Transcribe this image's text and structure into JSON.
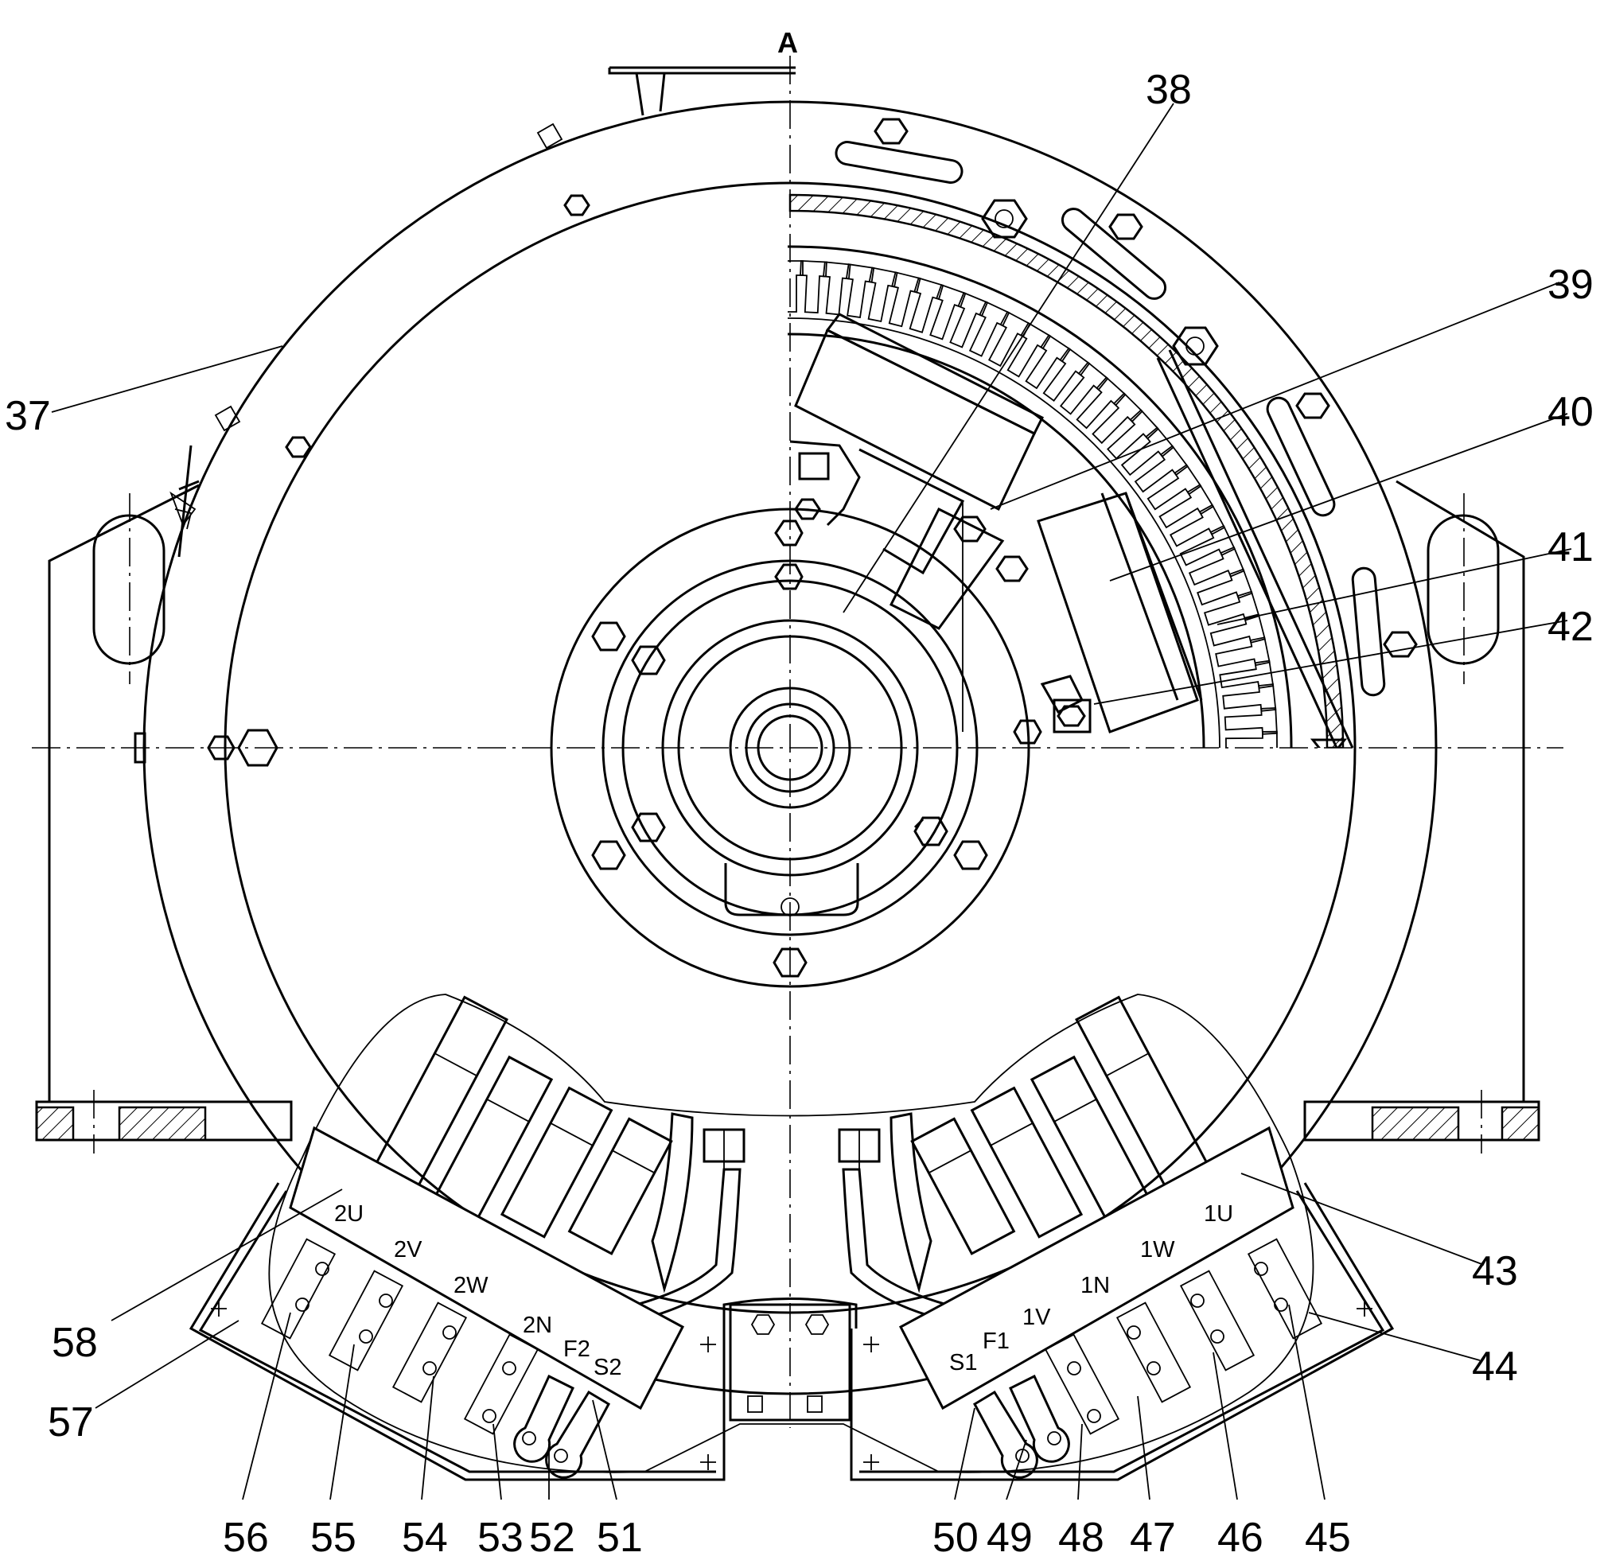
{
  "section_marker": "A",
  "callouts": [
    {
      "id": "37",
      "text": "37"
    },
    {
      "id": "38",
      "text": "38"
    },
    {
      "id": "39",
      "text": "39"
    },
    {
      "id": "40",
      "text": "40"
    },
    {
      "id": "41",
      "text": "41"
    },
    {
      "id": "42",
      "text": "42"
    },
    {
      "id": "43",
      "text": "43"
    },
    {
      "id": "44",
      "text": "44"
    },
    {
      "id": "45",
      "text": "45"
    },
    {
      "id": "46",
      "text": "46"
    },
    {
      "id": "47",
      "text": "47"
    },
    {
      "id": "48",
      "text": "48"
    },
    {
      "id": "49",
      "text": "49"
    },
    {
      "id": "50",
      "text": "50"
    },
    {
      "id": "51",
      "text": "51"
    },
    {
      "id": "52",
      "text": "52"
    },
    {
      "id": "53",
      "text": "53"
    },
    {
      "id": "54",
      "text": "54"
    },
    {
      "id": "55",
      "text": "55"
    },
    {
      "id": "56",
      "text": "56"
    },
    {
      "id": "57",
      "text": "57"
    },
    {
      "id": "58",
      "text": "58"
    }
  ],
  "terminals_left": [
    "2U",
    "2V",
    "2W",
    "2N",
    "F2",
    "S2"
  ],
  "terminals_right": [
    "1U",
    "1W",
    "1N",
    "1V",
    "F1",
    "S1"
  ]
}
